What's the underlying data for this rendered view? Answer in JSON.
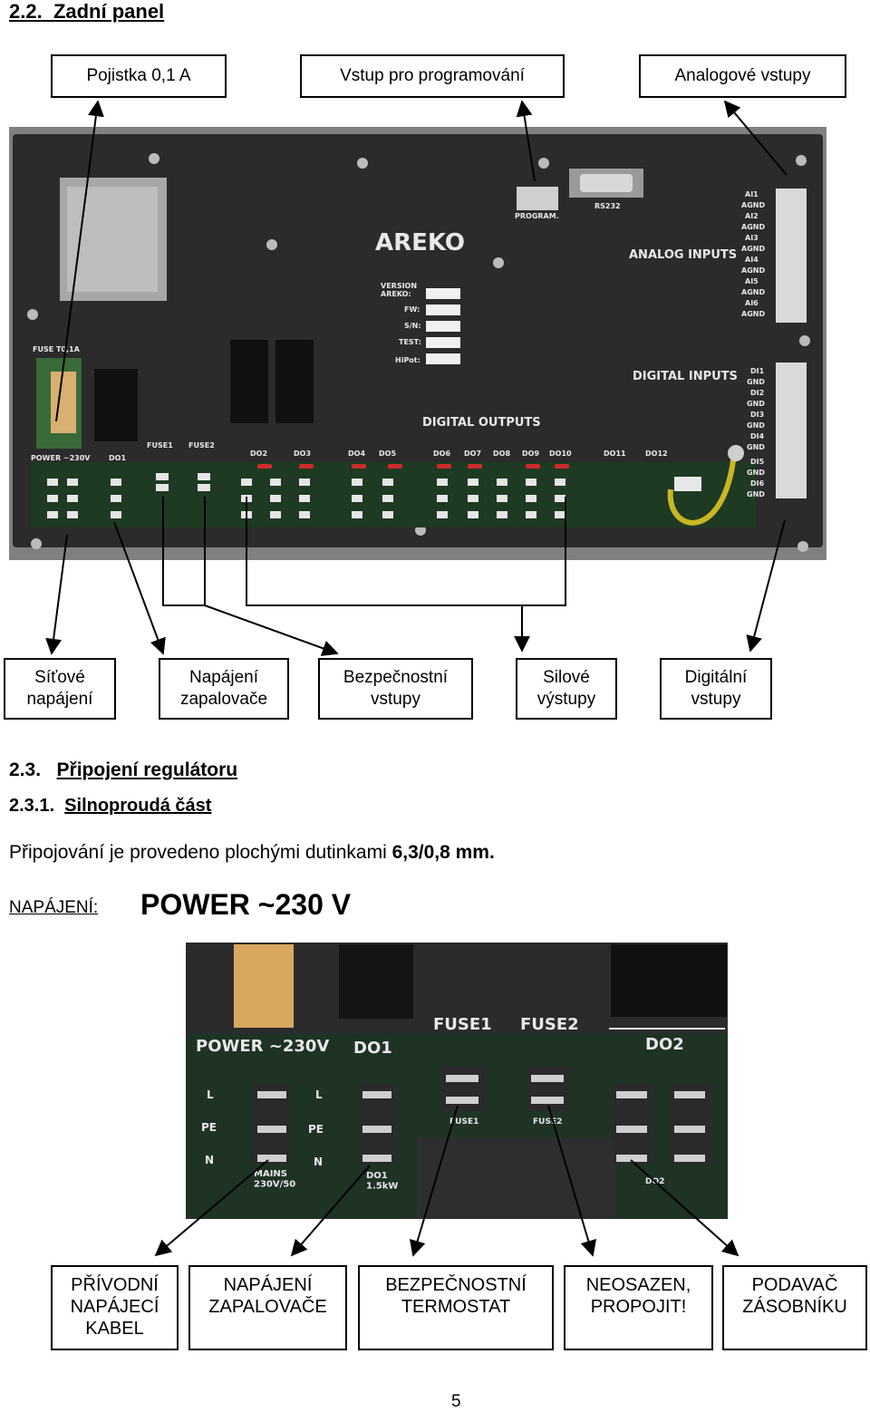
{
  "section_2_2": {
    "number": "2.2.",
    "title": "Zadní panel"
  },
  "top_labels": [
    "Pojistka 0,1 A",
    "Vstup pro programování",
    "Analogové vstupy"
  ],
  "bottom_labels": [
    "Síťové\nnapájení",
    "Napájení\nzapalovače",
    "Bezpečnostní\nvstupy",
    "Silové\nvýstupy",
    "Digitální\nvstupy"
  ],
  "panel_photo": {
    "brand": "AREKO",
    "analog_title": "ANALOG INPUTS",
    "digital_in_title": "DIGITAL INPUTS",
    "digital_out_title": "DIGITAL OUTPUTS",
    "program_label": "PROGRAM.",
    "rs232_label": "RS232",
    "fuse_label": "FUSE T0,1A",
    "power_label": "POWER ~230V",
    "version_rows": [
      "VERSION\nAREKO:",
      "FW:",
      "S/N:",
      "TEST:",
      "HiPot:"
    ],
    "analog_pins": [
      "AI1",
      "AGND",
      "AI2",
      "AGND",
      "AI3",
      "AGND",
      "AI4",
      "AGND",
      "AI5",
      "AGND",
      "AI6",
      "AGND"
    ],
    "digital_pins": [
      "DI1",
      "GND",
      "DI2",
      "GND",
      "DI3",
      "GND",
      "DI4",
      "GND",
      "DI5",
      "GND",
      "DI6",
      "GND"
    ],
    "output_labels": [
      "DO1",
      "FUSE1",
      "FUSE2",
      "DO2",
      "DO3",
      "DO4",
      "DO5",
      "DO6",
      "DO7",
      "DO8",
      "DO9",
      "DO10",
      "DO11",
      "DO12"
    ]
  },
  "section_2_3": {
    "number": "2.3.",
    "title": "Připojení regulátoru"
  },
  "section_2_3_1": {
    "number": "2.3.1.",
    "title": "Silnoproudá část"
  },
  "paragraph": {
    "text": "Připojování je provedeno plochými dutinkami ",
    "bold": "6,3/0,8 mm."
  },
  "power_line": {
    "label": "NAPÁJENÍ:",
    "value": "POWER ~230 V"
  },
  "detail_photo": {
    "power_label": "POWER ~230V",
    "do1_label": "DO1",
    "fuse1_label": "FUSE1",
    "fuse2_label": "FUSE2",
    "do2_label": "DO2",
    "pin_labels": [
      "L",
      "PE",
      "N"
    ],
    "mains_label": "MAINS\n230V/50",
    "do1_power": "DO1\n1.5kW",
    "fuse1_small": "FUSE1",
    "fuse2_small": "FUSE2",
    "do2_small": "DO2"
  },
  "bottom_boxes": [
    "PŘÍVODNÍ\nNAPÁJECÍ\nKABEL",
    "NAPÁJENÍ\nZAPALOVAČE",
    "BEZPEČNOSTNÍ\nTERMOSTAT",
    "NEOSAZEN,\nPROPOJIT!",
    "PODAVAČ\nZÁSOBNÍKU"
  ],
  "page_number": "5"
}
